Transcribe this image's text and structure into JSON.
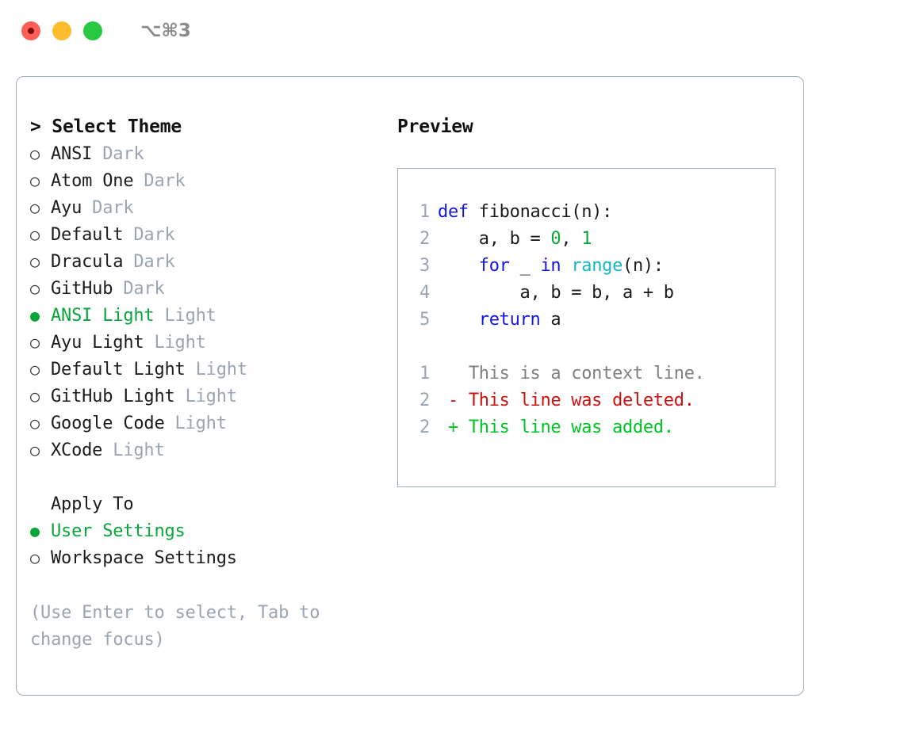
{
  "window": {
    "traffic_lights": [
      "close-red",
      "minimize-yellow",
      "maximize-green"
    ],
    "shortcut_label": "⌥⌘3"
  },
  "theme_picker": {
    "heading": "> Select Theme",
    "bullet_unselected": "○",
    "bullet_selected": "●",
    "items": [
      {
        "label": "ANSI",
        "suffix": "Dark",
        "selected": false
      },
      {
        "label": "Atom One",
        "suffix": "Dark",
        "selected": false
      },
      {
        "label": "Ayu",
        "suffix": "Dark",
        "selected": false
      },
      {
        "label": "Default",
        "suffix": "Dark",
        "selected": false
      },
      {
        "label": "Dracula",
        "suffix": "Dark",
        "selected": false
      },
      {
        "label": "GitHub",
        "suffix": "Dark",
        "selected": false
      },
      {
        "label": "ANSI Light",
        "suffix": "Light",
        "selected": true
      },
      {
        "label": "Ayu Light",
        "suffix": "Light",
        "selected": false
      },
      {
        "label": "Default Light",
        "suffix": "Light",
        "selected": false
      },
      {
        "label": "GitHub Light",
        "suffix": "Light",
        "selected": false
      },
      {
        "label": "Google Code",
        "suffix": "Light",
        "selected": false
      },
      {
        "label": "XCode",
        "suffix": "Light",
        "selected": false
      }
    ]
  },
  "apply_to": {
    "heading": "Apply To",
    "items": [
      {
        "label": "User Settings",
        "selected": true
      },
      {
        "label": "Workspace Settings",
        "selected": false
      }
    ]
  },
  "hint_text": "(Use Enter to select, Tab to change focus)",
  "preview": {
    "title": "Preview",
    "code": [
      {
        "num": "1",
        "tokens": [
          {
            "t": "def",
            "c": "kw"
          },
          {
            "t": " fibonacci(n):",
            "c": "plain"
          }
        ]
      },
      {
        "num": "2",
        "tokens": [
          {
            "t": "    a, b = ",
            "c": "plain"
          },
          {
            "t": "0",
            "c": "num"
          },
          {
            "t": ", ",
            "c": "plain"
          },
          {
            "t": "1",
            "c": "num"
          }
        ]
      },
      {
        "num": "3",
        "tokens": [
          {
            "t": "    ",
            "c": "plain"
          },
          {
            "t": "for",
            "c": "kw"
          },
          {
            "t": " _ ",
            "c": "plain"
          },
          {
            "t": "in",
            "c": "kw"
          },
          {
            "t": " ",
            "c": "plain"
          },
          {
            "t": "range",
            "c": "fn"
          },
          {
            "t": "(n):",
            "c": "plain"
          }
        ]
      },
      {
        "num": "4",
        "tokens": [
          {
            "t": "        a, b = b, a + b",
            "c": "plain"
          }
        ]
      },
      {
        "num": "5",
        "tokens": [
          {
            "t": "    ",
            "c": "plain"
          },
          {
            "t": "return",
            "c": "kw"
          },
          {
            "t": " a",
            "c": "plain"
          }
        ]
      }
    ],
    "diff": [
      {
        "num": "1",
        "marker": " ",
        "text": "This is a context line.",
        "kind": "ctx"
      },
      {
        "num": "2",
        "marker": "-",
        "text": "This line was deleted.",
        "kind": "del"
      },
      {
        "num": "2",
        "marker": "+",
        "text": "This line was added.",
        "kind": "add"
      }
    ]
  },
  "colors": {
    "accent_green": "#0aa63c",
    "muted": "#9aa5b1",
    "border": "#a0acba",
    "keyword_blue": "#1515e0",
    "function_cyan": "#16b6c4",
    "number_green": "#0aa63c",
    "diff_delete_red": "#cc1111",
    "diff_add_green": "#00c425",
    "diff_context_gray": "#808080"
  }
}
